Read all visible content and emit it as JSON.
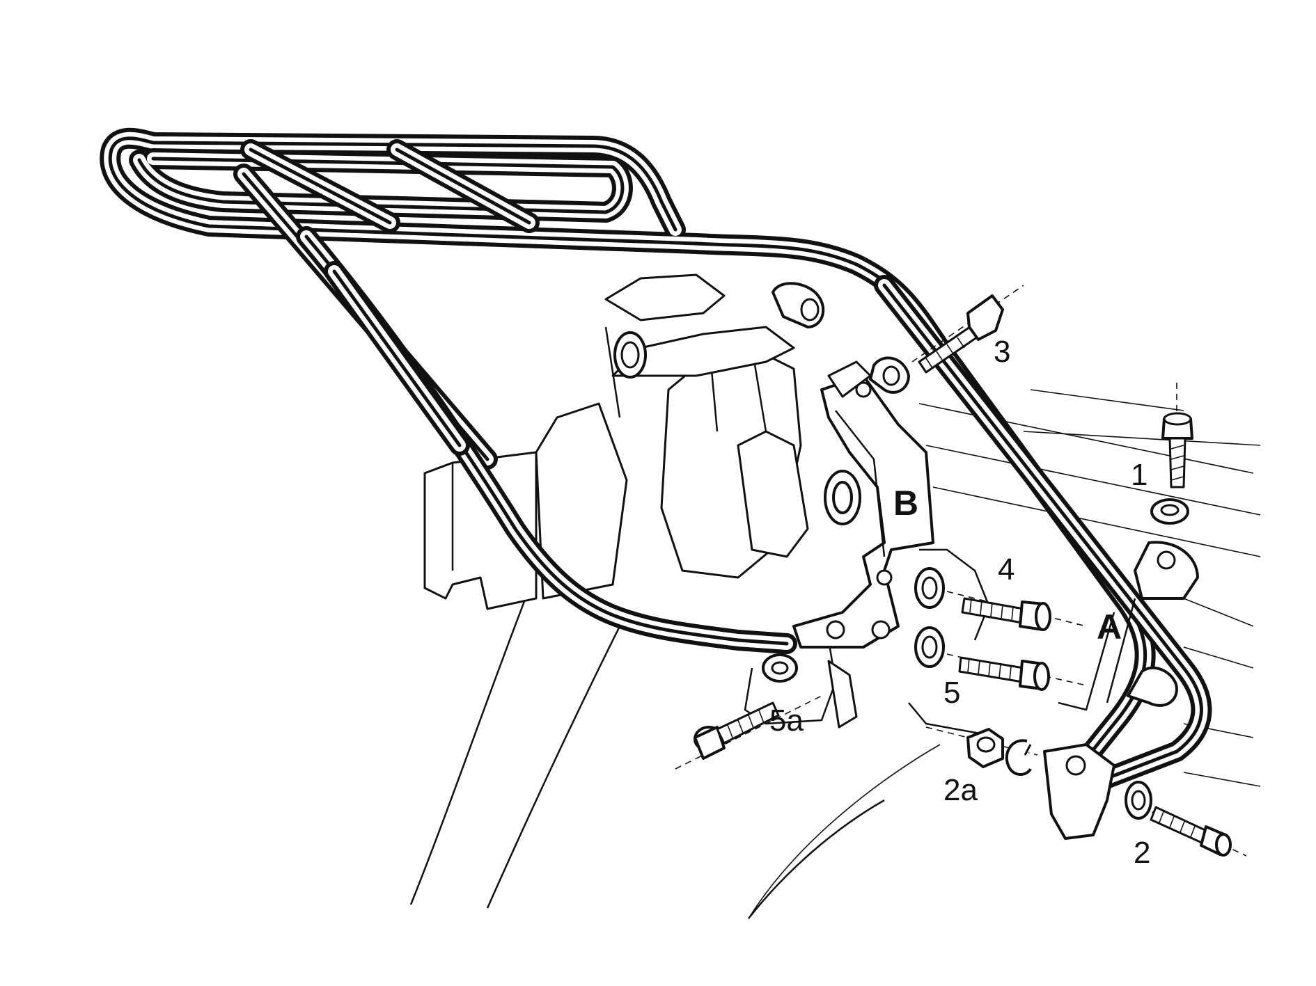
{
  "diagram": {
    "callouts": {
      "label_1": "1",
      "label_2": "2",
      "label_2a": "2a",
      "label_3": "3",
      "label_4": "4",
      "label_5": "5",
      "label_5a": "5a",
      "label_A": "A",
      "label_B": "B"
    },
    "colors": {
      "ink": "#111111",
      "paper": "#ffffff"
    }
  }
}
